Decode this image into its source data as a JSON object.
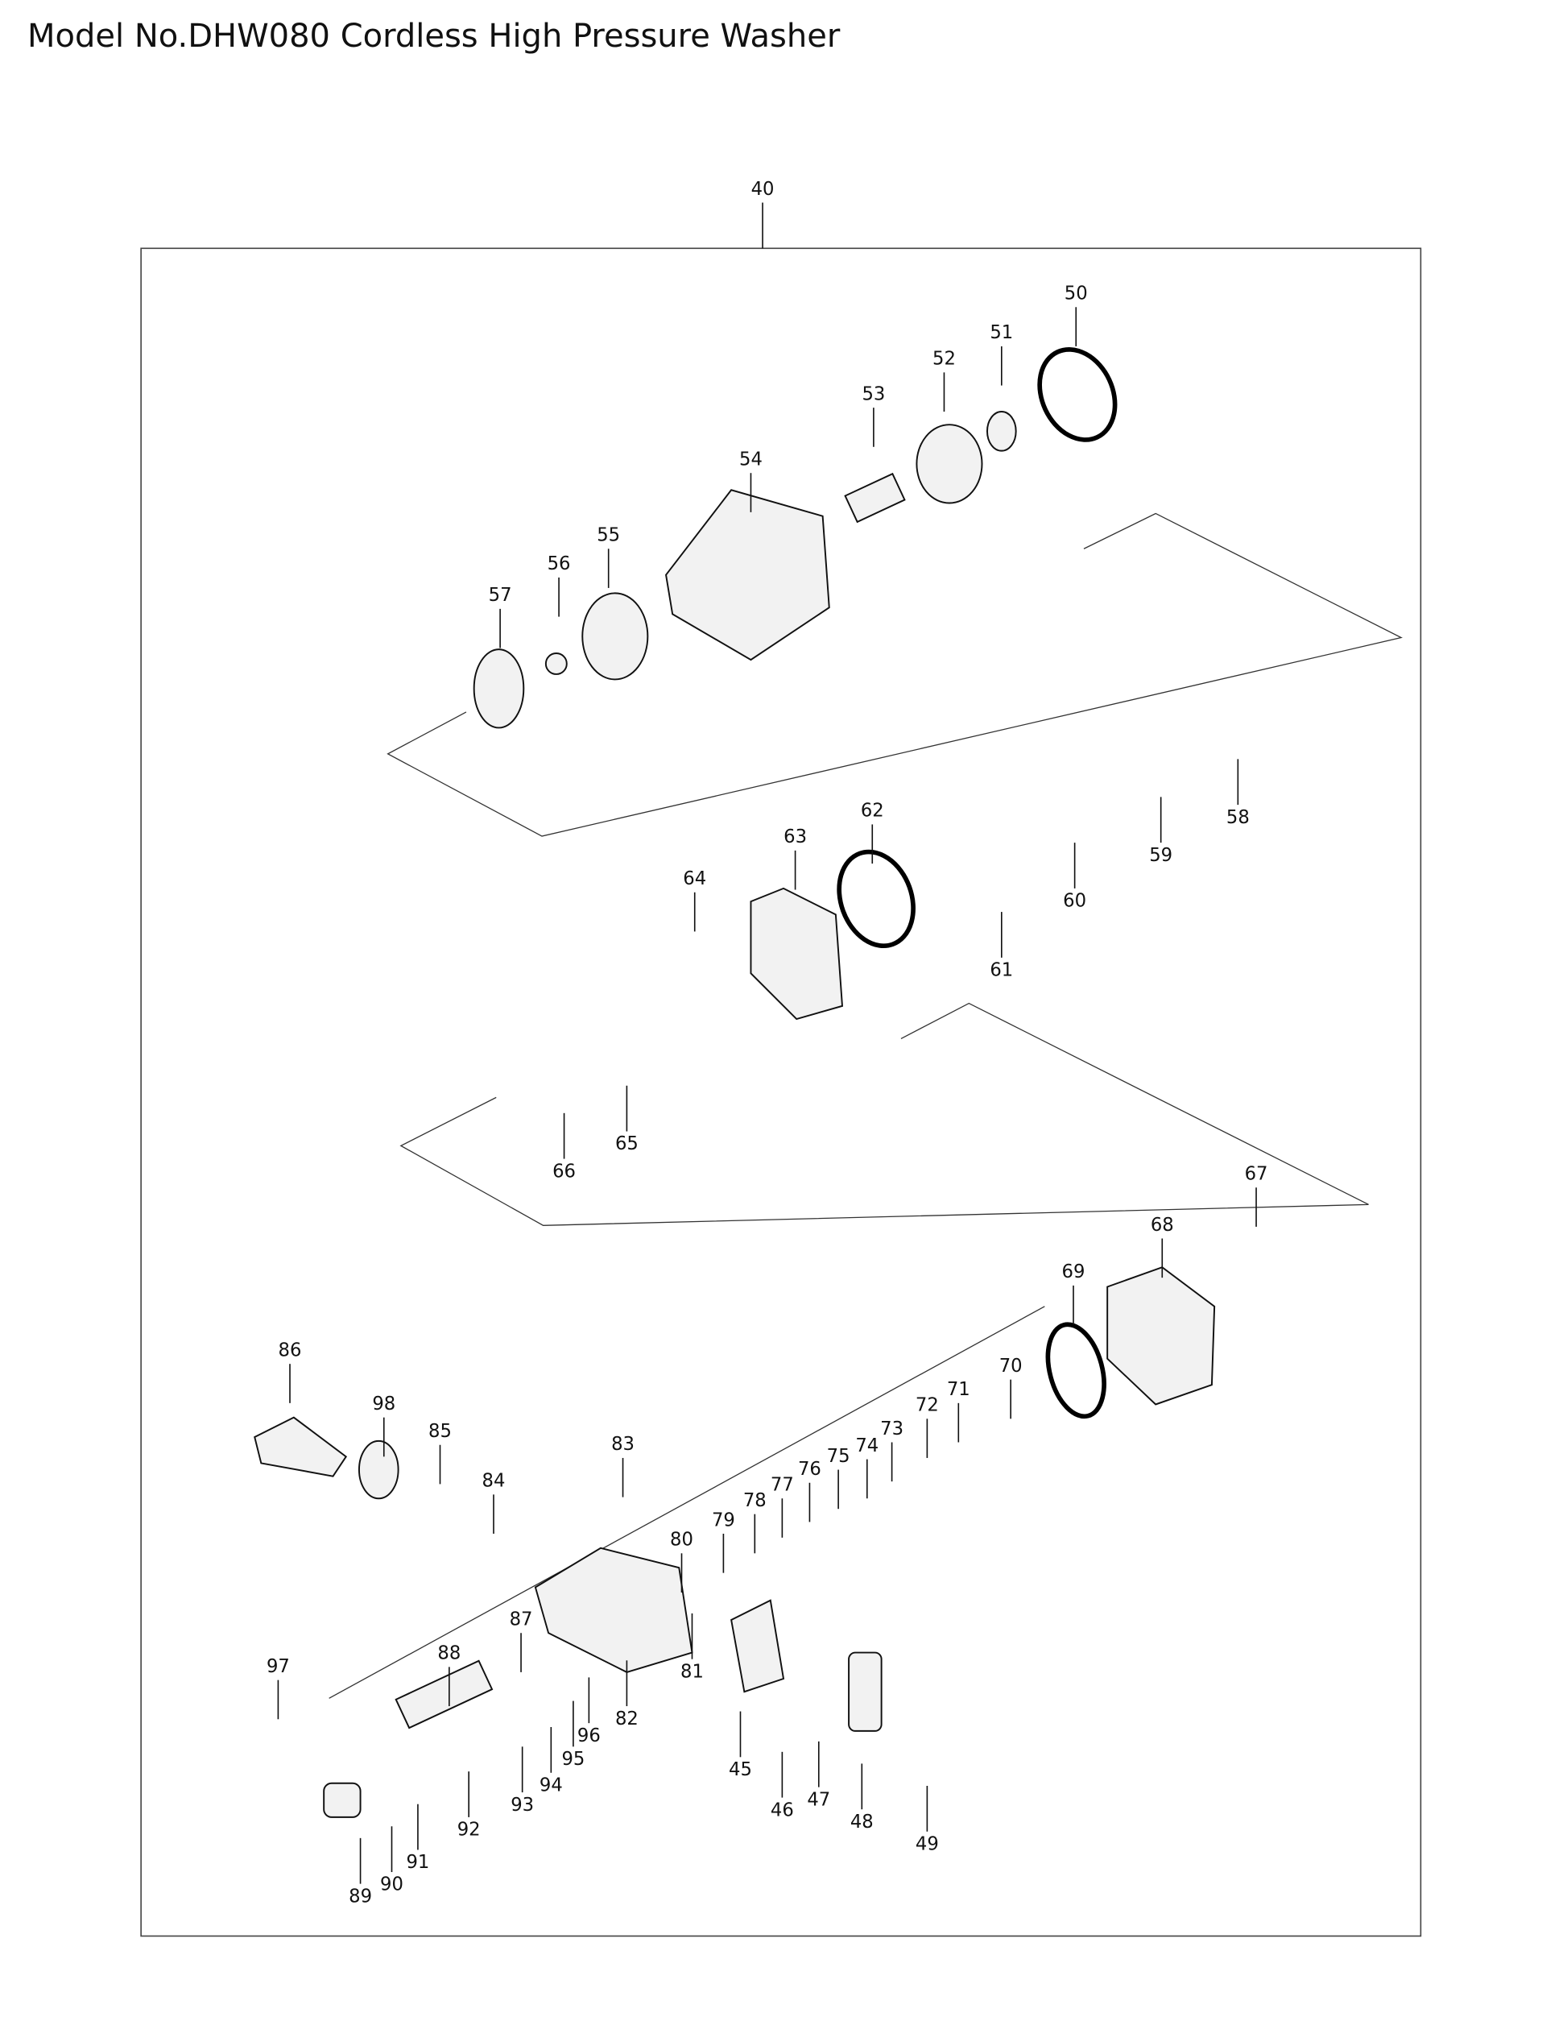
{
  "title": "Model No.DHW080 Cordless High Pressure Washer",
  "parts": [
    "40",
    "50",
    "51",
    "52",
    "53",
    "54",
    "55",
    "56",
    "57",
    "58",
    "59",
    "60",
    "61",
    "62",
    "63",
    "64",
    "65",
    "66",
    "67",
    "68",
    "69",
    "70",
    "71",
    "72",
    "73",
    "74",
    "75",
    "76",
    "77",
    "78",
    "79",
    "80",
    "81",
    "82",
    "83",
    "84",
    "85",
    "86",
    "87",
    "88",
    "89",
    "90",
    "91",
    "92",
    "93",
    "94",
    "95",
    "96",
    "97",
    "98",
    "45",
    "46",
    "47",
    "48",
    "49"
  ]
}
